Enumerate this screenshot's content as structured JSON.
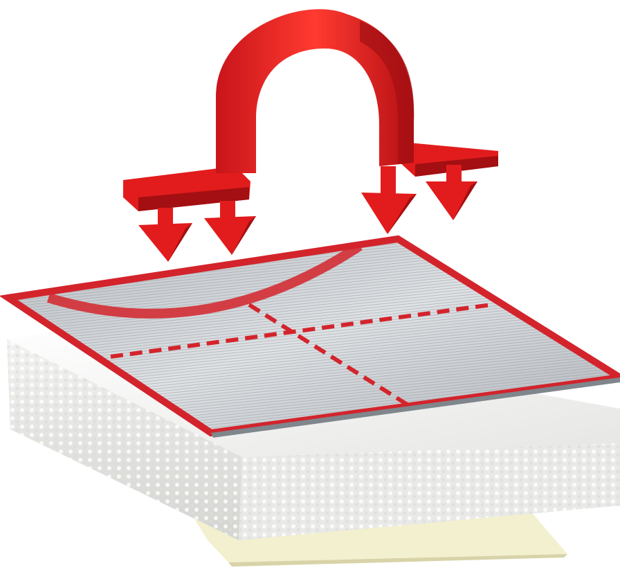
{
  "scene": {
    "subject": "insulation-layers-with-clip",
    "colors": {
      "clip_red": "#e21c1c",
      "clip_dark": "#a30f12",
      "clip_light": "#ff4a3e",
      "foil": "#c9ccd0",
      "foil_line": "#9aa0a6",
      "foil_border": "#d3242c",
      "foam": "#f3f3f1",
      "foam_shadow": "#d9d9d6",
      "backing": "#f3f0cf",
      "backing_edge": "#d8d3a8"
    },
    "layers": [
      "red-clip",
      "foil-sheet",
      "foam-board",
      "backing-sheet"
    ]
  }
}
